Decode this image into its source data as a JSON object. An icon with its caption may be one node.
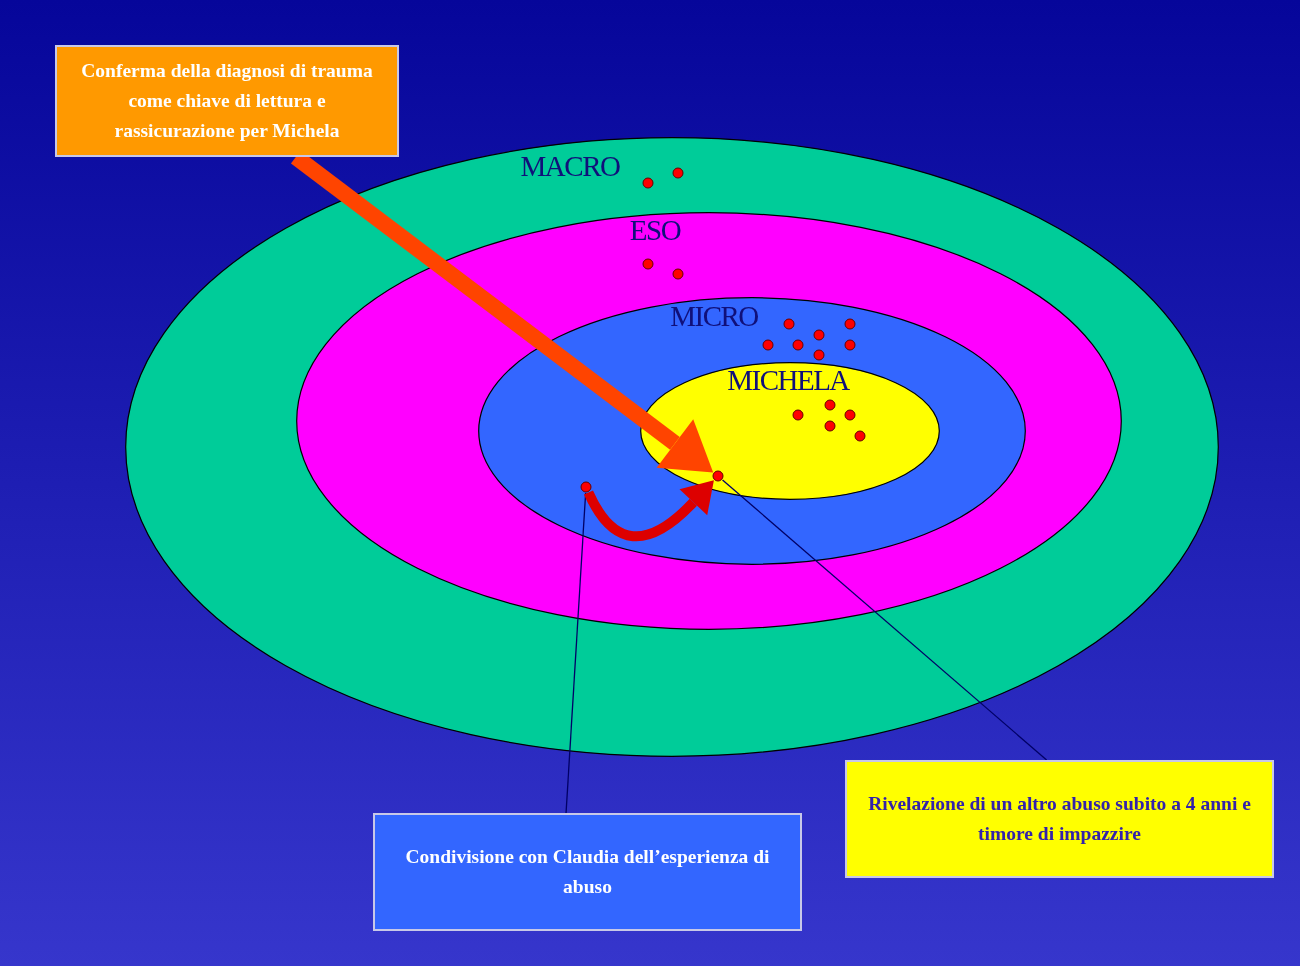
{
  "diagram": {
    "nodes": [
      {
        "text": [
          "MACRO"
        ]
      },
      {
        "text": [
          "ESO"
        ],
        "in": 0
      },
      {
        "text": [
          "MICRO"
        ],
        "in": 1
      },
      {
        "text": [
          "MICHELA"
        ],
        "in": 2
      },
      {
        "text": [
          "Conferma della diagnosi di trauma come chiave di lettura e rassicurazione per Michela"
        ]
      },
      {
        "text": [
          "Condivisione con Claudia dell’esperienza di abuso"
        ]
      },
      {
        "text": [
          "Rivelazione di un altro abuso subito a 4 anni e timore di impazzire"
        ]
      },
      {
        "text": [],
        "shape": "circle",
        "in": 2
      },
      {
        "text": [],
        "shape": "circle",
        "in": 3
      }
    ],
    "edges": [
      {
        "from": 4,
        "to": 8,
        "arrow": "to",
        "style": "thick",
        "color": "#ff4400"
      },
      {
        "from": 5,
        "to": 7,
        "arrow": "none"
      },
      {
        "from": 6,
        "to": 8,
        "arrow": "none"
      },
      {
        "from": 7,
        "to": 8,
        "arrow": "to",
        "style": "thick",
        "color": "#dd0000"
      }
    ]
  }
}
